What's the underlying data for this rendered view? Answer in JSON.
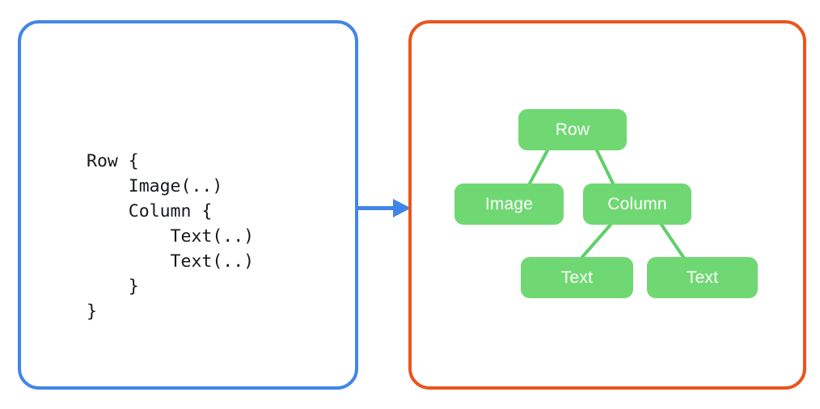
{
  "background_color": "#ffffff",
  "left_panel": {
    "name": "code-panel",
    "border_color": "#4285e8",
    "code": "Row {\n    Image(..)\n    Column {\n        Text(..)\n        Text(..)\n    }\n}",
    "code_lines": [
      "Row {",
      "    Image(..)",
      "    Column {",
      "        Text(..)",
      "        Text(..)",
      "    }",
      "}"
    ]
  },
  "connector": {
    "name": "right-arrow",
    "color": "#4285e8",
    "direction": "right"
  },
  "right_panel": {
    "name": "tree-panel",
    "border_color": "#e8551f",
    "node_color": "#70d873",
    "node_text_color": "#ffffff",
    "edge_color": "#5fcf6a",
    "nodes": [
      {
        "id": "row",
        "label": "Row"
      },
      {
        "id": "image",
        "label": "Image"
      },
      {
        "id": "column",
        "label": "Column"
      },
      {
        "id": "text1",
        "label": "Text"
      },
      {
        "id": "text2",
        "label": "Text"
      }
    ],
    "edges": [
      {
        "from": "row",
        "to": "image"
      },
      {
        "from": "row",
        "to": "column"
      },
      {
        "from": "column",
        "to": "text1"
      },
      {
        "from": "column",
        "to": "text2"
      }
    ]
  },
  "chart_data": {
    "type": "tree",
    "title": "",
    "nodes": [
      "Row",
      "Image",
      "Column",
      "Text",
      "Text"
    ],
    "edges": [
      [
        "Row",
        "Image"
      ],
      [
        "Row",
        "Column"
      ],
      [
        "Column",
        "Text"
      ],
      [
        "Column",
        "Text"
      ]
    ],
    "depths": {
      "Row": 0,
      "Image": 1,
      "Column": 1,
      "Text": 2
    }
  }
}
